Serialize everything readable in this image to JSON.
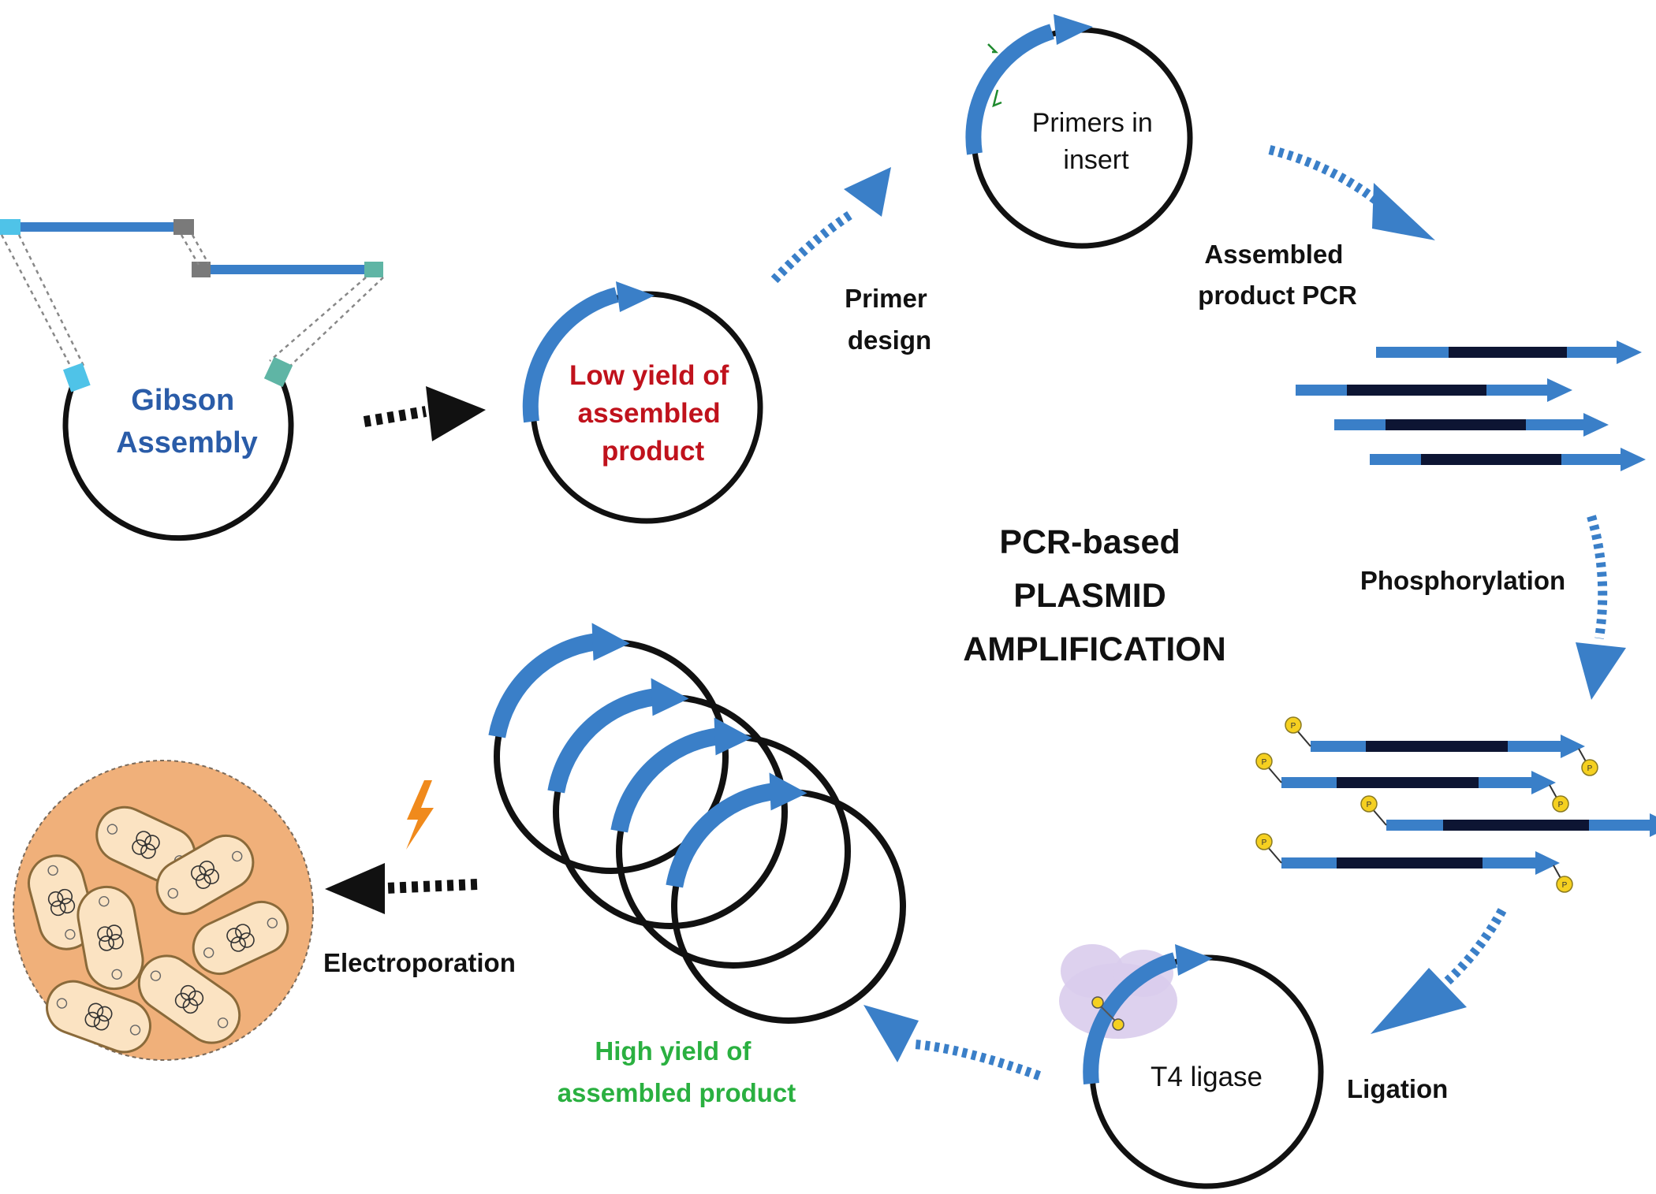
{
  "title_lines": [
    "PCR-based",
    "PLASMID",
    "AMPLIFICATION"
  ],
  "gibson_lines": [
    "Gibson",
    "Assembly"
  ],
  "low_yield_lines": [
    "Low yield of",
    "assembled",
    "product"
  ],
  "primer_design_lines": [
    "Primer",
    "design"
  ],
  "primers_insert_lines": [
    "Primers in",
    "insert"
  ],
  "assembled_pcr_lines": [
    "Assembled",
    "product PCR"
  ],
  "phosphorylation": "Phosphorylation",
  "phospho_mark": "P",
  "t4_ligase": "T4 ligase",
  "ligation": "Ligation",
  "high_yield_lines": [
    "High yield of",
    "assembled product"
  ],
  "electroporation": "Electroporation",
  "colors": {
    "blue": "#3a7fc8",
    "black": "#111111",
    "dark_navy": "#0d1533",
    "cyan_end": "#4fc3e8",
    "teal_end": "#5fb5a5",
    "gray_end": "#7a7a7a",
    "gibson_text": "#2a5ca8",
    "low_yield_text": "#c0121c",
    "high_yield_text": "#2ab040",
    "primer_green": "#1f8a2e",
    "phospho_yellow": "#f5d020",
    "cell_bg": "#f0b07a",
    "bacterium": "#fbe3c2",
    "bacterium_border": "#8a6a3a",
    "ligase_purple": "#d9ccec",
    "bolt_orange": "#f08a1c"
  }
}
